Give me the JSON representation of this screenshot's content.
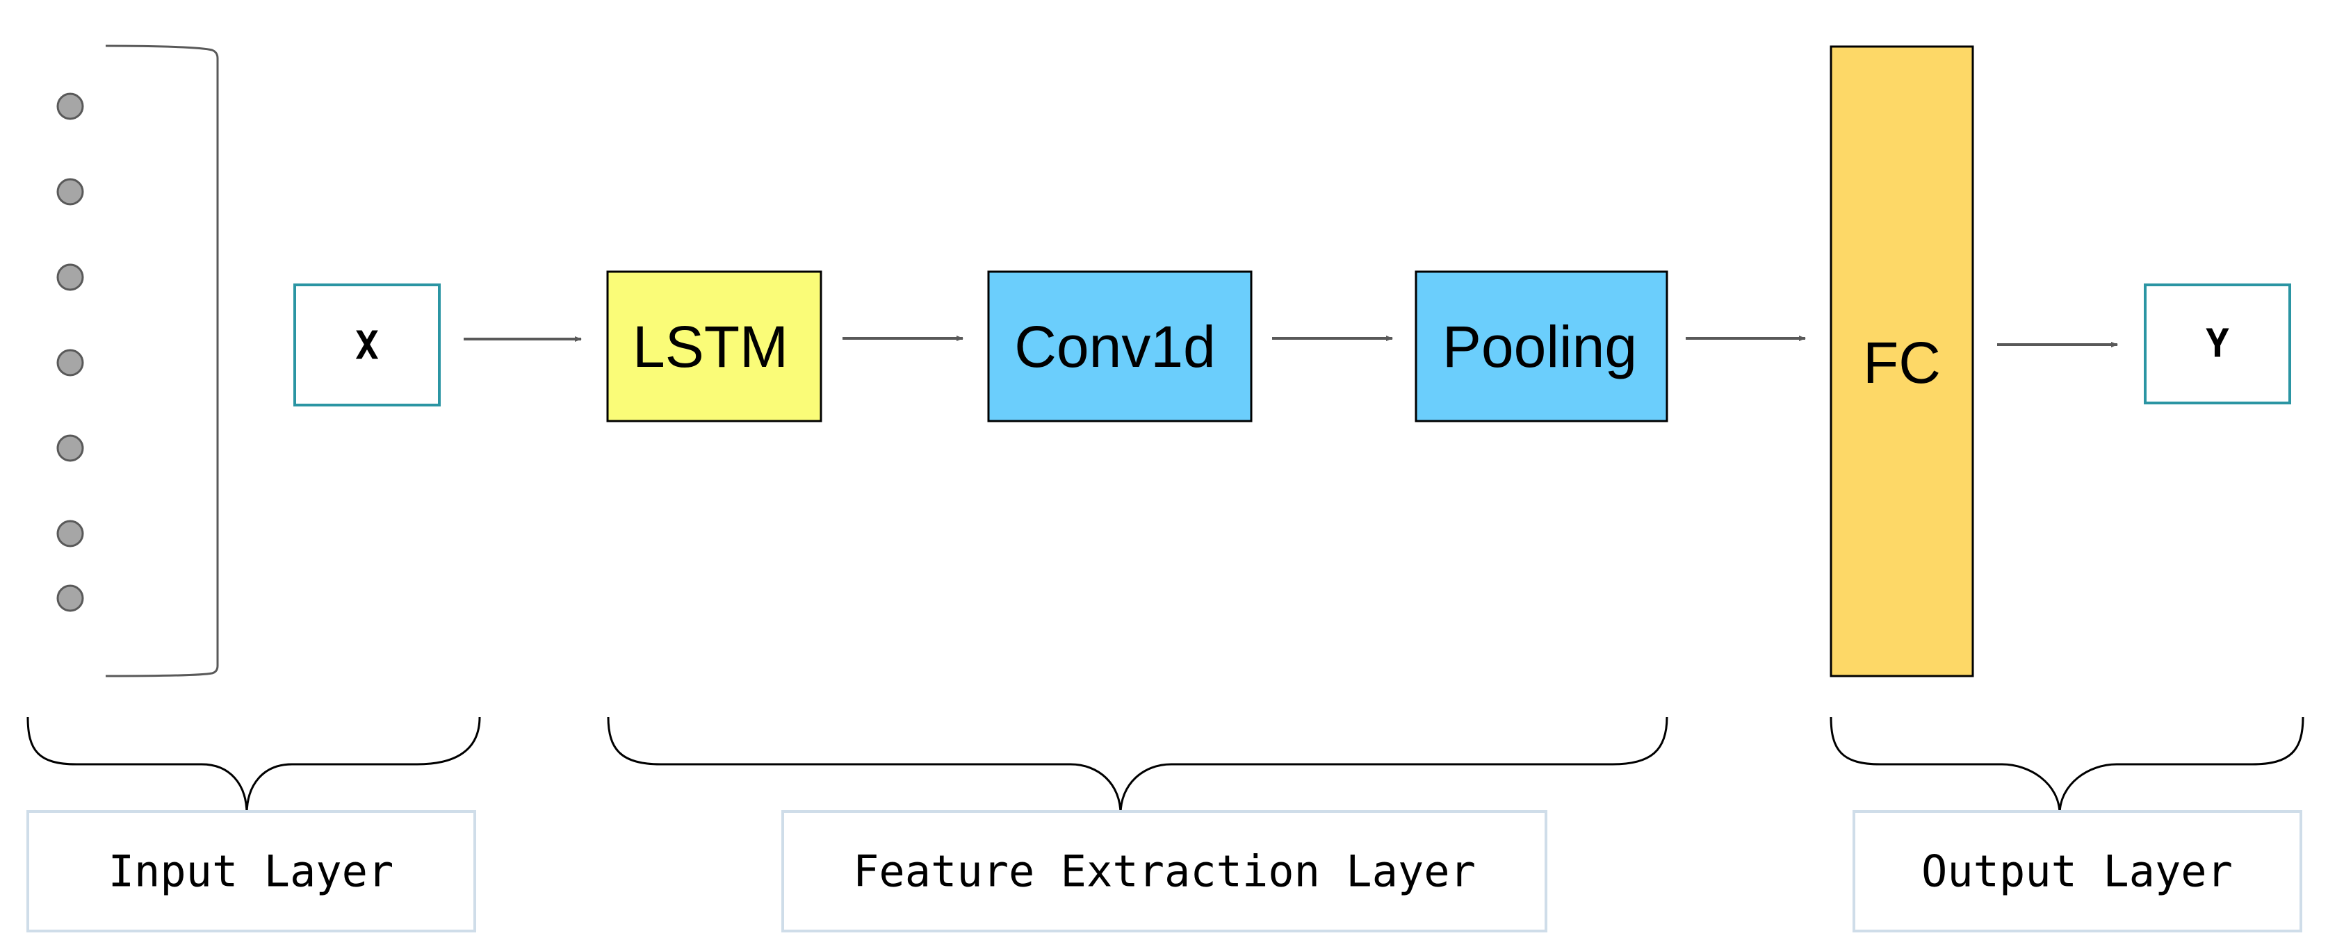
{
  "diagram": {
    "input": {
      "label": "X"
    },
    "output": {
      "label": "Y"
    },
    "nodes": [
      {
        "id": "lstm",
        "label": "LSTM",
        "fill": "#FAFC78"
      },
      {
        "id": "conv1d",
        "label": "Conv1d",
        "fill": "#6BCEFC"
      },
      {
        "id": "pooling",
        "label": "Pooling",
        "fill": "#6BCEFC"
      },
      {
        "id": "fc",
        "label": "FC",
        "fill": "#FDD867"
      }
    ],
    "layers": [
      {
        "id": "input-layer",
        "label": "Input Layer"
      },
      {
        "id": "feature-extraction-layer",
        "label": "Feature Extraction Layer"
      },
      {
        "id": "output-layer",
        "label": "Output Layer"
      }
    ],
    "colors": {
      "io_border": "#2B95A3",
      "node_border": "#000000",
      "arrow": "#595959",
      "input_dot_fill": "#A6A6A6",
      "layer_box_border": "#CFDDE9",
      "brace_stroke": "#000000"
    }
  }
}
